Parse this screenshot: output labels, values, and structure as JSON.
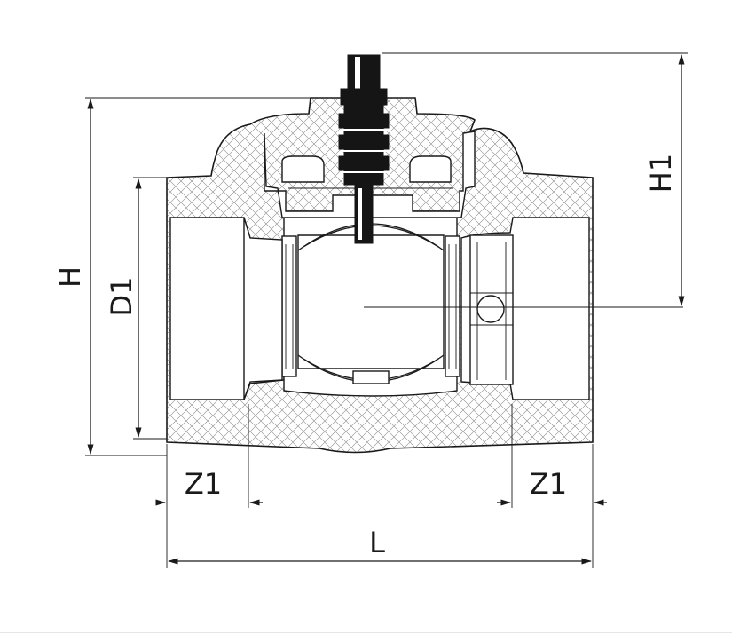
{
  "diagram": {
    "labels": {
      "H": "H",
      "H1": "H1",
      "D1": "D1",
      "Z1_left": "Z1",
      "Z1_right": "Z1",
      "L": "L"
    },
    "colors": {
      "ink": "#1a1a1a",
      "stem": "#151515",
      "background": "#ffffff"
    }
  }
}
